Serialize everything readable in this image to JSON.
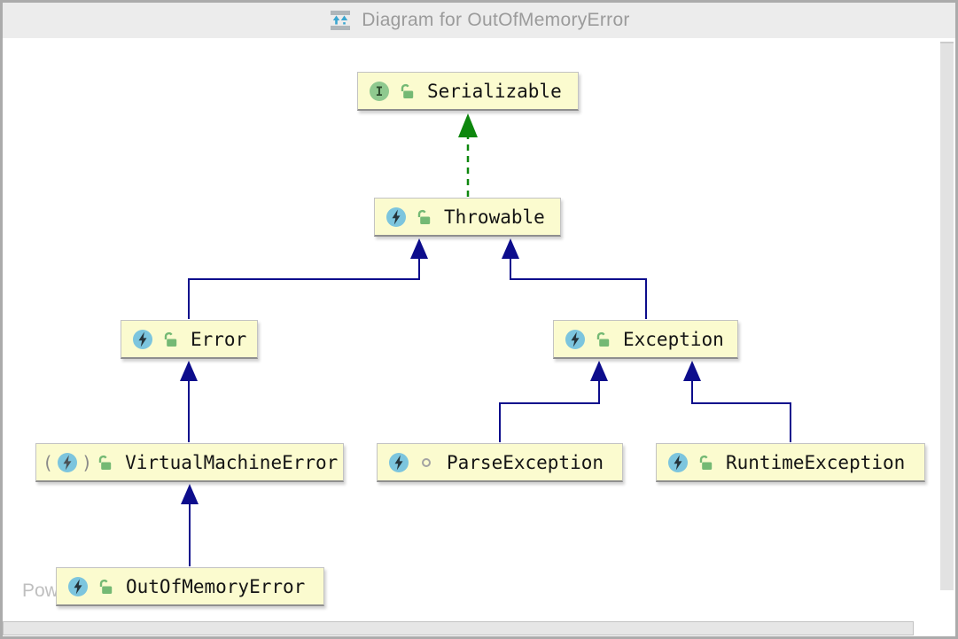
{
  "window": {
    "title": "Diagram for OutOfMemoryError"
  },
  "icons": {
    "titlebar_icon": "diagram-scale-icon",
    "interface_glyph": "I",
    "class_icon": "exception-class-bolt-icon",
    "lock_icon": "unlocked-public-icon",
    "package_private_icon": "package-private-circle-icon"
  },
  "colors": {
    "extends_edge": "#0D0D8C",
    "implements_edge": "#0E870E",
    "node_fill": "#FBFBCF",
    "node_border": "#C3C3C3",
    "class_icon_bg": "#7CC5DE",
    "interface_icon_bg": "#8FC98F",
    "lock_icon": "#74B974",
    "titlebar_bg": "#ECECEC",
    "title_text": "#9B9B9B",
    "window_border": "#ABABAB"
  },
  "diagram": {
    "abstract_marker": {
      "open": "(",
      "close": ")"
    },
    "nodes": [
      {
        "id": "serializable",
        "label": "Serializable",
        "kind": "interface",
        "visibility": "public"
      },
      {
        "id": "throwable",
        "label": "Throwable",
        "kind": "exception-class",
        "visibility": "public"
      },
      {
        "id": "error",
        "label": "Error",
        "kind": "exception-class",
        "visibility": "public"
      },
      {
        "id": "exception",
        "label": "Exception",
        "kind": "exception-class",
        "visibility": "public"
      },
      {
        "id": "virtual-machine-error",
        "label": "VirtualMachineError",
        "kind": "abstract-exception-class",
        "visibility": "public"
      },
      {
        "id": "parse-exception",
        "label": "ParseException",
        "kind": "exception-class",
        "visibility": "package-private"
      },
      {
        "id": "runtime-exception",
        "label": "RuntimeException",
        "kind": "exception-class",
        "visibility": "public"
      },
      {
        "id": "out-of-memory-error",
        "label": "OutOfMemoryError",
        "kind": "exception-class",
        "visibility": "public"
      }
    ],
    "edges": [
      {
        "from": "Throwable",
        "to": "Serializable",
        "type": "implements"
      },
      {
        "from": "Error",
        "to": "Throwable",
        "type": "extends"
      },
      {
        "from": "Exception",
        "to": "Throwable",
        "type": "extends"
      },
      {
        "from": "VirtualMachineError",
        "to": "Error",
        "type": "extends"
      },
      {
        "from": "OutOfMemoryError",
        "to": "VirtualMachineError",
        "type": "extends"
      },
      {
        "from": "ParseException",
        "to": "Exception",
        "type": "extends"
      },
      {
        "from": "RuntimeException",
        "to": "Exception",
        "type": "extends"
      }
    ]
  },
  "watermark": {
    "text": "Pow"
  }
}
